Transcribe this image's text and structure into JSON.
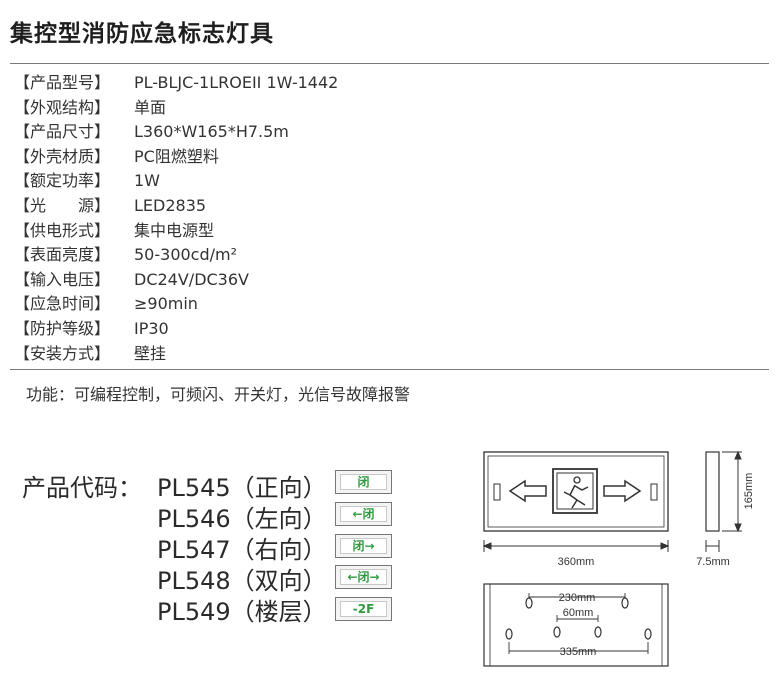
{
  "title": "集控型消防应急标志灯具",
  "specs": [
    {
      "label": "【产品型号】",
      "value": "PL-BLJC-1LROEII 1W-1442"
    },
    {
      "label": "【外观结构】",
      "value": "单面"
    },
    {
      "label": "【产品尺寸】",
      "value": "L360*W165*H7.5m"
    },
    {
      "label": "【外壳材质】",
      "value": "PC阻燃塑料"
    },
    {
      "label": "【额定功率】",
      "value": "1W"
    },
    {
      "label": "【光　　源】",
      "value": "LED2835"
    },
    {
      "label": "【供电形式】",
      "value": "集中电源型"
    },
    {
      "label": "【表面亮度】",
      "value": "50-300cd/m²"
    },
    {
      "label": "【输入电压】",
      "value": "DC24V/DC36V"
    },
    {
      "label": "【应急时间】",
      "value": "≥90min"
    },
    {
      "label": "【防护等级】",
      "value": "IP30"
    },
    {
      "label": "【安装方式】",
      "value": "壁挂"
    }
  ],
  "function_text": "功能：可编程控制，可频闪、开关灯，光信号故障报警",
  "product_codes_label": "产品代码：",
  "product_codes": [
    {
      "code": "PL545（正向）",
      "badge": "闭"
    },
    {
      "code": "PL546（左向）",
      "badge": "←闭"
    },
    {
      "code": "PL547（右向）",
      "badge": "闭→"
    },
    {
      "code": "PL548（双向）",
      "badge": "←闭→"
    },
    {
      "code": "PL549（楼层）",
      "badge": "-2F"
    }
  ],
  "dimensions": {
    "length": "360mm",
    "height": "165mm",
    "depth": "7.5mm",
    "holes_outer": "230mm",
    "holes_inner": "60mm",
    "holes_bottom": "335mm"
  },
  "colors": {
    "badge_green": "#2f9a3f",
    "line_gray": "#333333"
  }
}
